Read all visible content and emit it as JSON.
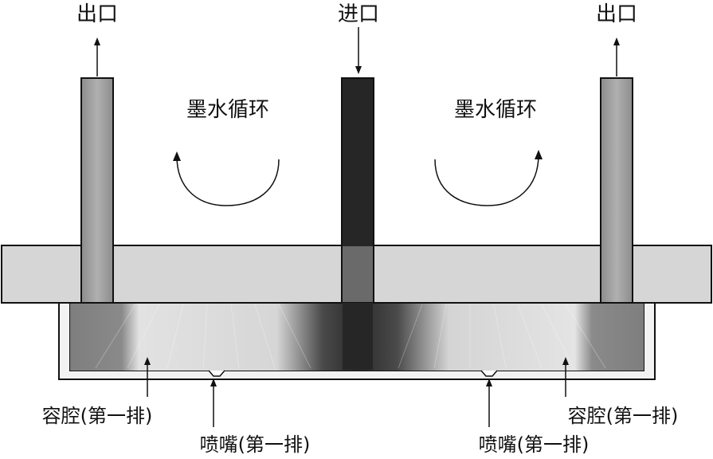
{
  "labels": {
    "outlet_left": "出口",
    "inlet": "进口",
    "outlet_right": "出口",
    "circulation_left": "墨水循环",
    "circulation_right": "墨水循环",
    "chamber_left": "容腔(第一排)",
    "nozzle_left": "喷嘴(第一排)",
    "nozzle_right": "喷嘴(第一排)",
    "chamber_right": "容腔(第一排)"
  },
  "colors": {
    "plate": "#d6d6d6",
    "inlet_tube": "#262626",
    "outlet_tube": "#9a9a9a",
    "chamber_light": "#e6e6e6",
    "chamber_dark": "#7a7a7a",
    "stroke": "#111111"
  }
}
